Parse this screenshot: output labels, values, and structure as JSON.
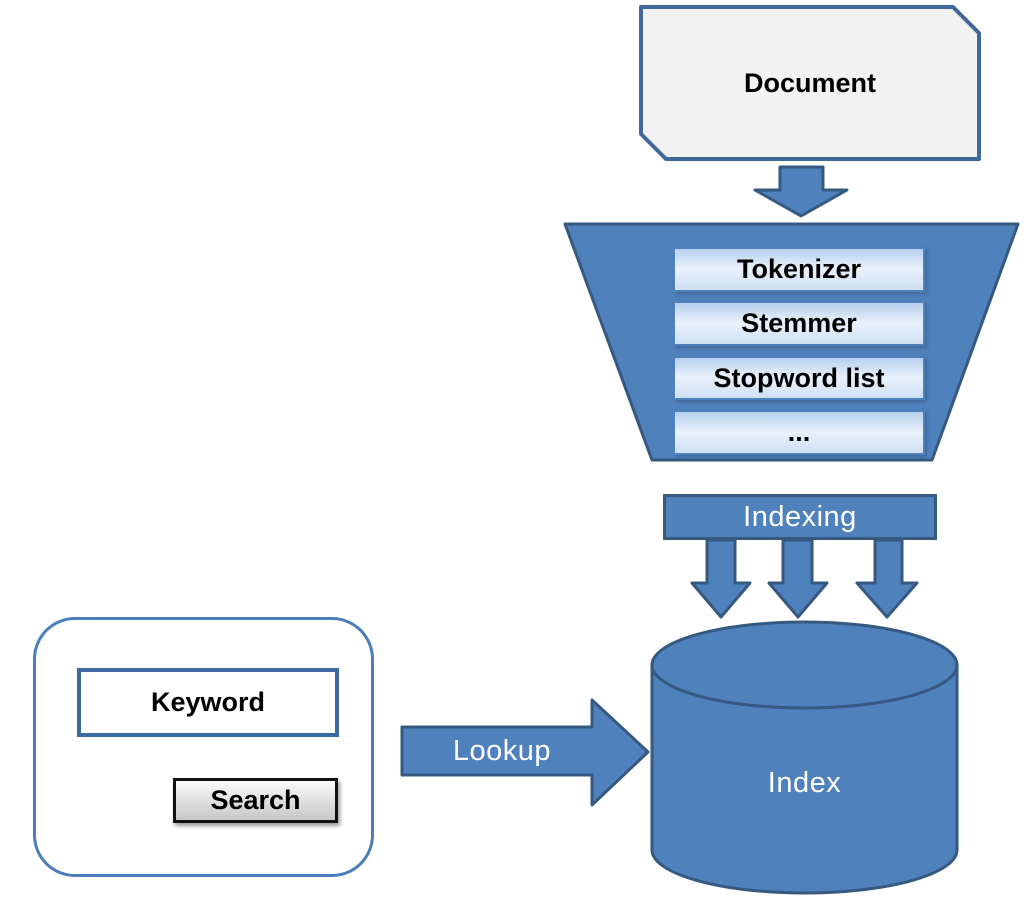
{
  "document": {
    "label": "Document"
  },
  "pipeline": {
    "items": [
      "Tokenizer",
      "Stemmer",
      "Stopword list",
      "..."
    ]
  },
  "indexing": {
    "label": "Indexing"
  },
  "index_store": {
    "label": "Index"
  },
  "lookup": {
    "label": "Lookup"
  },
  "search_form": {
    "keyword_label": "Keyword",
    "search_button_label": "Search"
  },
  "colors": {
    "primary_blue": "#4f81bd",
    "shape_border_blue": "#36597f",
    "document_fill": "#f2f2f2",
    "document_border": "#41689a",
    "panel_border": "#4a7ebb",
    "box_border": "#4f81bd",
    "button_border": "#111111"
  }
}
